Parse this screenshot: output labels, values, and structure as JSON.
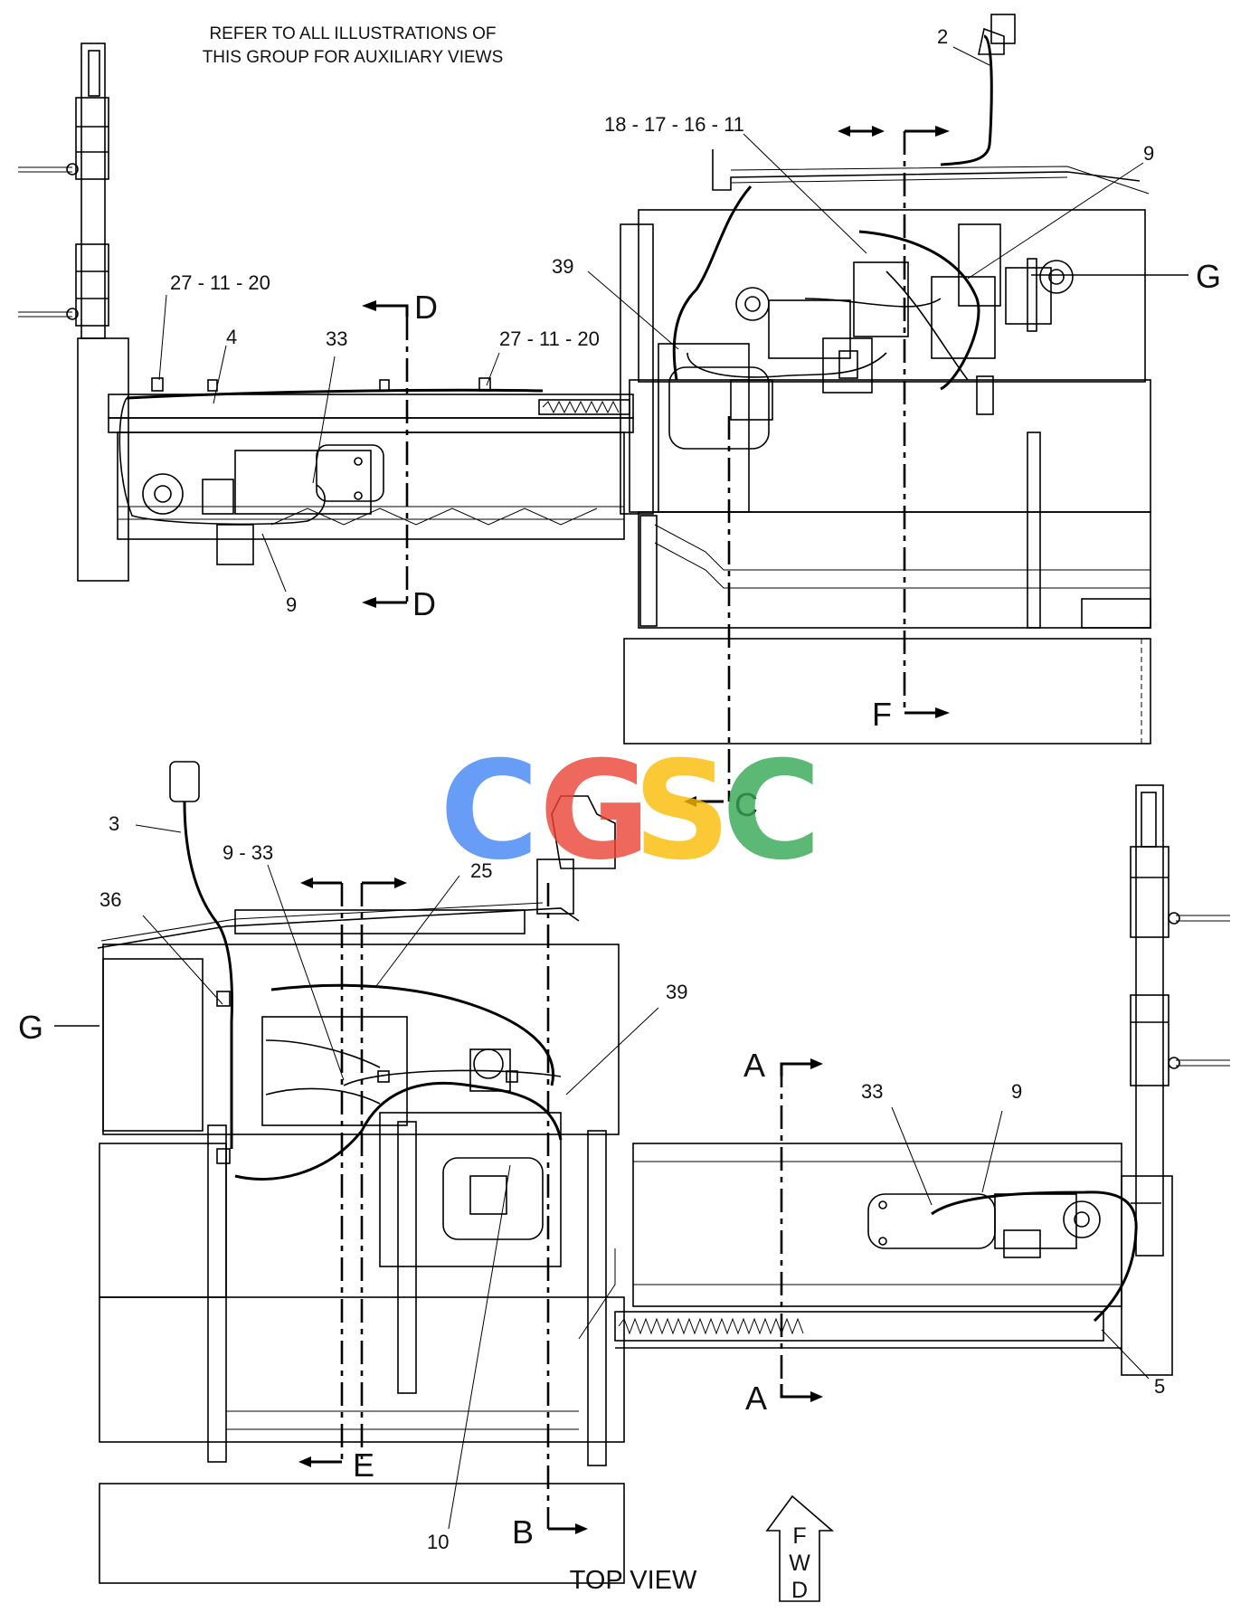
{
  "note": {
    "line1": "REFER TO ALL ILLUSTRATIONS OF",
    "line2": "THIS GROUP FOR AUXILIARY VIEWS"
  },
  "view_title": "TOP VIEW",
  "fwd": [
    "F",
    "W",
    "D"
  ],
  "watermark": {
    "letters": [
      "C",
      "G",
      "S",
      "C"
    ],
    "colors": [
      "#4285F4",
      "#EA4335",
      "#FBBC05",
      "#34A853"
    ]
  },
  "callouts": {
    "c2": "2",
    "c18_17_16_11": "18 - 17 - 16 - 11",
    "c9_top_right": "9",
    "c39_top": "39",
    "c27_left": "27 - 11 - 20",
    "c4": "4",
    "c33_top": "33",
    "c27_right": "27 - 11 - 20",
    "c9_top_left": "9",
    "c3": "3",
    "c9_33": "9 - 33",
    "c25": "25",
    "c36": "36",
    "c39_bottom": "39",
    "c33_bottom": "33",
    "c9_bottom": "9",
    "c5": "5",
    "c10": "10"
  },
  "sections": {
    "D_top": "D",
    "D_bottom": "D",
    "G_top": "G",
    "F": "F",
    "C": "C",
    "G_bottom": "G",
    "A_top": "A",
    "A_bottom": "A",
    "E": "E",
    "B": "B"
  }
}
